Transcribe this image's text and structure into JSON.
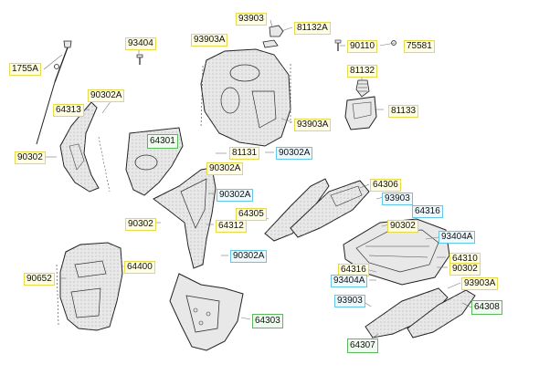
{
  "colors": {
    "yellow_frame": "#e6d94a",
    "cyan_frame": "#64c6e6",
    "green_frame": "#5cb85c",
    "part_fill": "#e8e8e8",
    "part_stroke": "#222222",
    "dot_texture": "#9a9a9a",
    "leader_line": "#777777"
  },
  "labels": {
    "p93903_top": "93903",
    "p81132A": "81132A",
    "p93404_top": "93404",
    "p93903A_top": "93903A",
    "p90110": "90110",
    "p75581": "75581",
    "p1755A": "1755A",
    "p81132": "81132",
    "p90302A_left": "90302A",
    "p64313": "64313",
    "p81133": "81133",
    "p64301": "64301",
    "p93903A_mid": "93903A",
    "p90302_left": "90302",
    "p81131": "81131",
    "p90302A_mid": "90302A",
    "p90302A_under81131": "90302A",
    "p64306": "64306",
    "p90302A_right": "90302A",
    "p93903_right": "93903",
    "p64305": "64305",
    "p64316_top": "64316",
    "p90302_center": "90302",
    "p64312": "64312",
    "p90302_rt": "90302",
    "p93404A_rt": "93404A",
    "p90302A_bottom": "90302A",
    "p64310": "64310",
    "p64400": "64400",
    "p64316_bottom": "64316",
    "p90302_rb": "90302",
    "p90652": "90652",
    "p93404A_bottom": "93404A",
    "p93903A_rb": "93903A",
    "p93903_bottom": "93903",
    "p64308": "64308",
    "p64303": "64303",
    "p64307": "64307"
  }
}
